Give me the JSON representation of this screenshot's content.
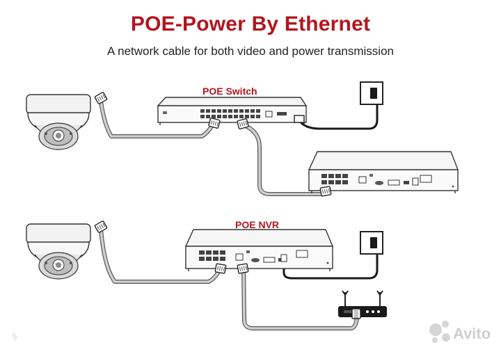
{
  "header": {
    "title": "POE-Power By Ethernet",
    "subtitle": "A network cable for both video and power transmission"
  },
  "labels": {
    "poe_switch": "POE Switch",
    "poe_nvr": "POE NVR"
  },
  "watermark": {
    "text": "Avito",
    "icon": "avito-dots-icon"
  },
  "colors": {
    "title": "#b3151d",
    "cable_outer": "#555555",
    "cable_inner": "#cfcfcf",
    "power_cord": "#1a1a1a"
  }
}
